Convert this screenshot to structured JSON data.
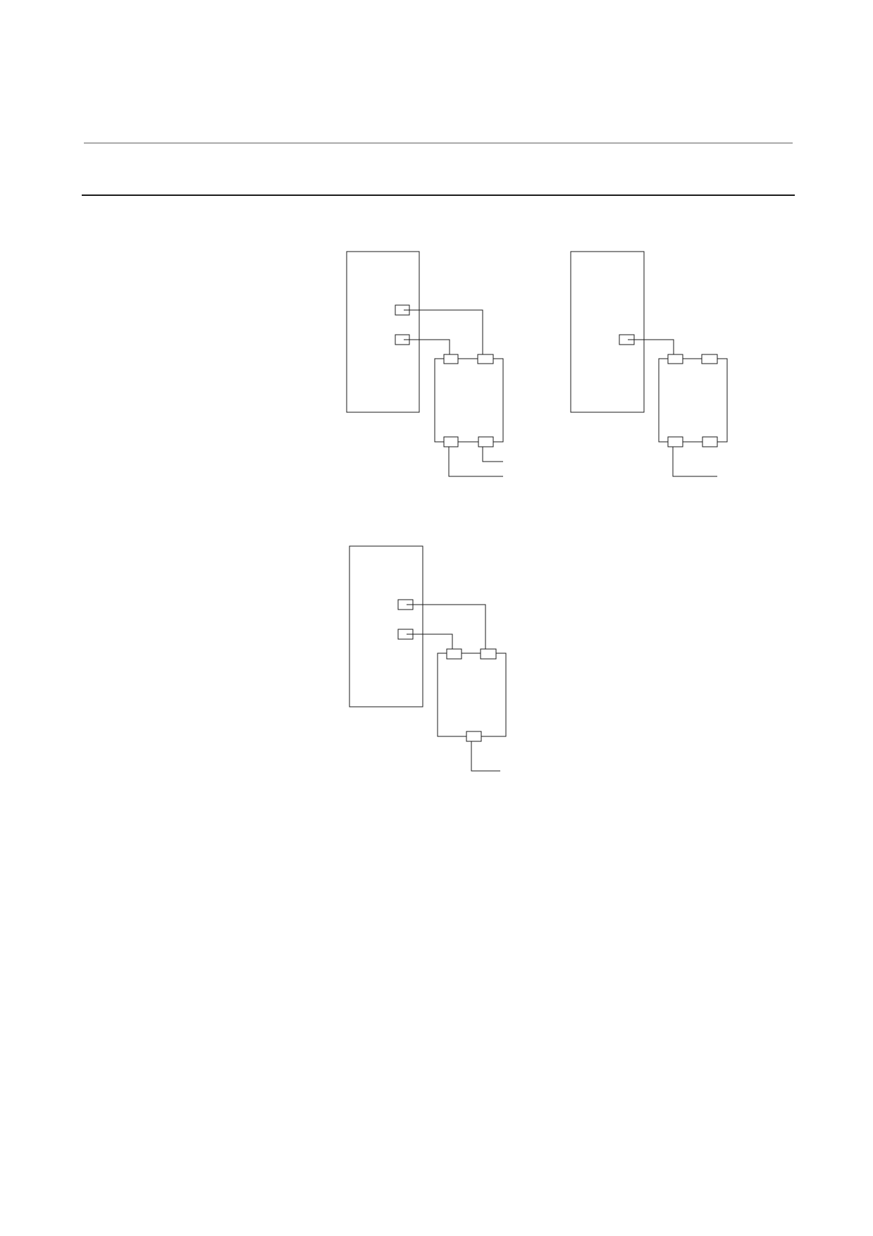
{
  "page": {
    "background_color": "#ffffff",
    "line_color": "#1a1a1a"
  },
  "diagrams": [
    {
      "id": "upper-left",
      "description_visible_text": "",
      "large_block_ports": 2,
      "small_block_top_ports": 2,
      "small_block_bottom_ports": 2,
      "output_leads": 2
    },
    {
      "id": "upper-right",
      "description_visible_text": "",
      "large_block_ports": 1,
      "small_block_top_ports": 2,
      "small_block_bottom_ports": 2,
      "output_leads": 1
    },
    {
      "id": "lower",
      "description_visible_text": "",
      "large_block_ports": 2,
      "small_block_top_ports": 2,
      "small_block_bottom_ports": 1,
      "output_leads": 1
    }
  ]
}
